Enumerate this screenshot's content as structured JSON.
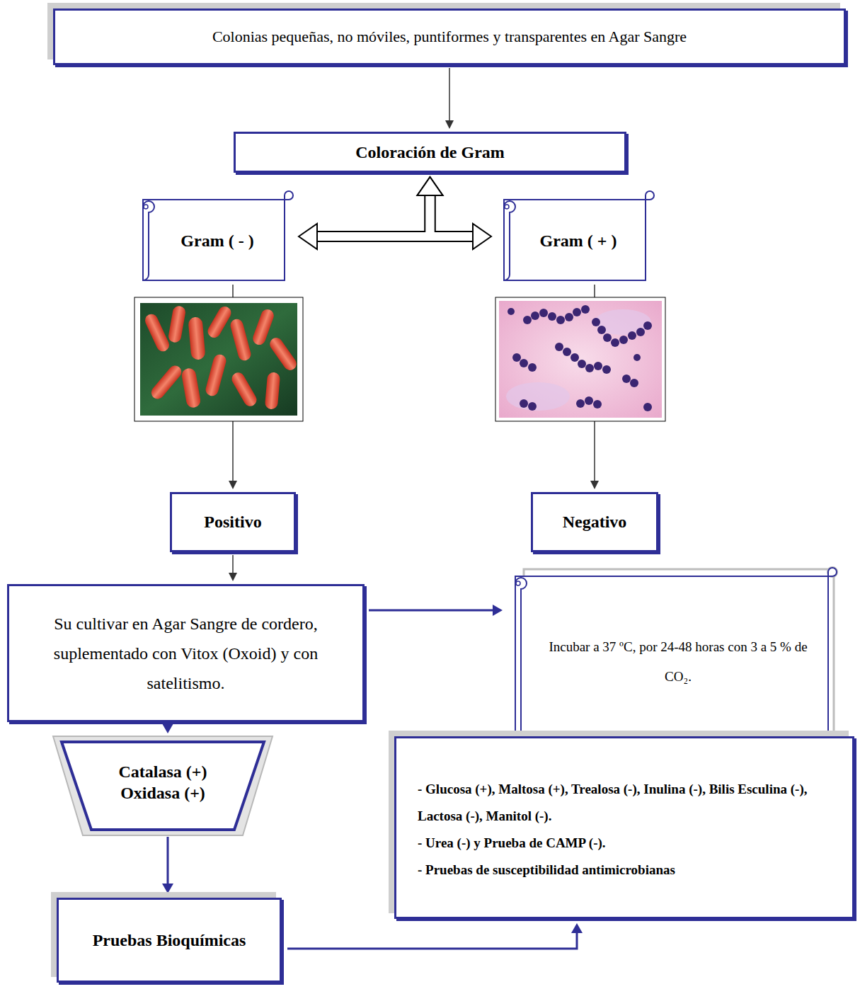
{
  "diagram": {
    "nodes": [
      {
        "text": [
          "Colonias pequeñas, no móviles, puntiformes y transparentes en Agar Sangre"
        ]
      },
      {
        "text": [
          "Coloración de Gram"
        ]
      },
      {
        "text": [
          "Gram ( - )"
        ]
      },
      {
        "text": [
          "Gram ( + )"
        ]
      },
      {
        "text": [
          "Positivo"
        ]
      },
      {
        "text": [
          "Negativo"
        ]
      },
      {
        "text": [
          "Su cultivar en Agar Sangre de cordero, suplementado con Vitox (Oxoid) y con satelitismo."
        ]
      },
      {
        "text": [
          "Incubar a 37 ºC, por 24-48 horas con 3 a 5 % de CO₂."
        ]
      },
      {
        "text": [
          "Catalasa (+)",
          "Oxidasa (+)"
        ]
      },
      {
        "text": [
          "Pruebas Bioquímicas"
        ]
      },
      {
        "text": [
          "- Glucosa (+), Maltosa (+), Trealosa (-), Inulina (-), Bilis Esculina (-), Lactosa (-), Manitol (-).",
          "- Urea (-) y Prueba de CAMP (-).",
          "- Pruebas de susceptibilidad antimicrobianas"
        ]
      }
    ],
    "edges": [
      {
        "from": 0,
        "to": 1,
        "arrow": "to"
      },
      {
        "from": 1,
        "to": 2,
        "arrow": "both"
      },
      {
        "from": 1,
        "to": 3,
        "arrow": "both"
      },
      {
        "from": 2,
        "to": 4,
        "arrow": "to"
      },
      {
        "from": 3,
        "to": 5,
        "arrow": "to"
      },
      {
        "from": 4,
        "to": 6,
        "arrow": "to"
      },
      {
        "from": 6,
        "to": 7,
        "arrow": "to"
      },
      {
        "from": 6,
        "to": 8,
        "arrow": "to"
      },
      {
        "from": 8,
        "to": 9,
        "arrow": "to"
      },
      {
        "from": 9,
        "to": 10,
        "arrow": "to"
      }
    ]
  }
}
